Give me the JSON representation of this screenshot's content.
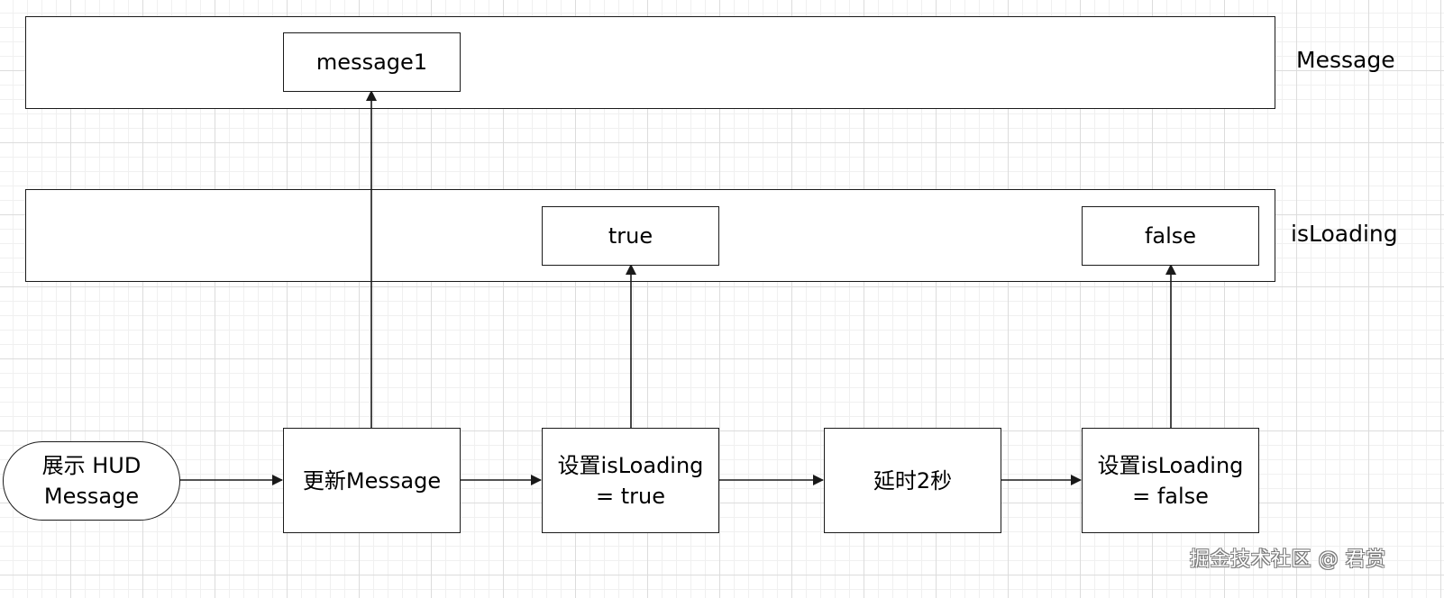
{
  "lanes": {
    "message": {
      "label": "Message"
    },
    "isloading": {
      "label": "isLoading"
    }
  },
  "state_boxes": {
    "message1": "message1",
    "true": "true",
    "false": "false"
  },
  "flow": {
    "start": {
      "line1": "展示 HUD",
      "line2": "Message"
    },
    "update_message": "更新Message",
    "set_loading_true": {
      "line1": "设置isLoading",
      "line2": "= true"
    },
    "delay": "延时2秒",
    "set_loading_false": {
      "line1": "设置isLoading",
      "line2": "= false"
    }
  },
  "watermark": "掘金技术社区 @ 君赏",
  "colors": {
    "stroke": "#1a1a1a",
    "grid": "#dcdcdc",
    "background": "#ffffff"
  }
}
